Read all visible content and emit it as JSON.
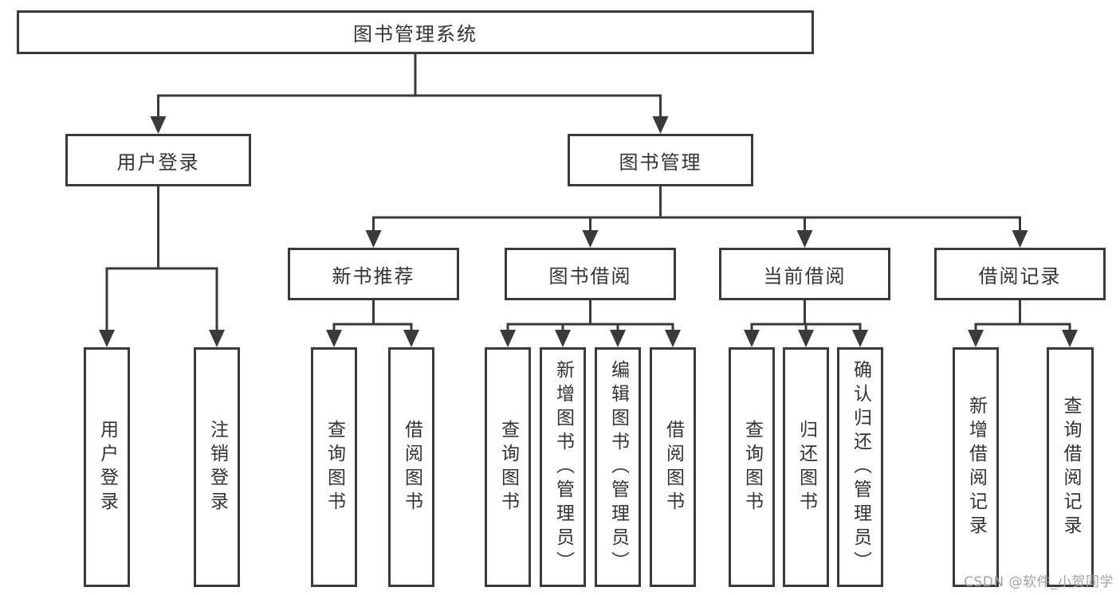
{
  "tree": {
    "root": "图书管理系统",
    "children": [
      {
        "label": "用户登录",
        "children": [
          "用户登录",
          "注销登录"
        ]
      },
      {
        "label": "图书管理",
        "children": [
          {
            "label": "新书推荐",
            "children": [
              "查询图书",
              "借阅图书"
            ]
          },
          {
            "label": "图书借阅",
            "children": [
              "查询图书",
              "新增图书（管理员）",
              "编辑图书（管理员）",
              "借阅图书"
            ]
          },
          {
            "label": "当前借阅",
            "children": [
              "查询图书",
              "归还图书",
              "确认归还（管理员）"
            ]
          },
          {
            "label": "借阅记录",
            "children": [
              "新增借阅记录",
              "查询借阅记录"
            ]
          }
        ]
      }
    ]
  },
  "watermark": "CSDN @软件_小贺同学",
  "colors": {
    "border": "#3a3a3a",
    "text": "#333333",
    "watermark": "#a3a3a3",
    "background": "#ffffff"
  }
}
